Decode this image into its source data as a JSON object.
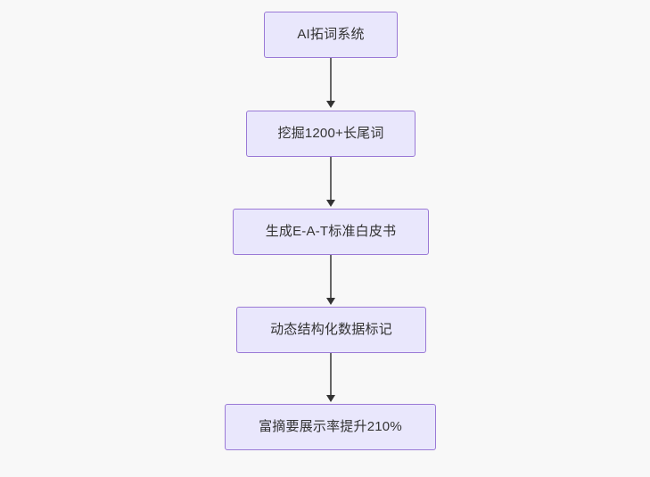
{
  "diagram": {
    "type": "flowchart",
    "orientation": "top-to-bottom",
    "background_color": "#f8f8f8",
    "node_fill_color": "#e9e7fc",
    "node_border_color": "#9a79d6",
    "node_text_color": "#333333",
    "edge_color": "#666666",
    "nodes": [
      {
        "id": "n1",
        "label": "AI拓词系统"
      },
      {
        "id": "n2",
        "label": "挖掘1200+长尾词"
      },
      {
        "id": "n3",
        "label": "生成E-A-T标准白皮书"
      },
      {
        "id": "n4",
        "label": "动态结构化数据标记"
      },
      {
        "id": "n5",
        "label": "富摘要展示率提升210%"
      }
    ],
    "edges": [
      {
        "from": "n1",
        "to": "n2"
      },
      {
        "from": "n2",
        "to": "n3"
      },
      {
        "from": "n3",
        "to": "n4"
      },
      {
        "from": "n4",
        "to": "n5"
      }
    ]
  }
}
